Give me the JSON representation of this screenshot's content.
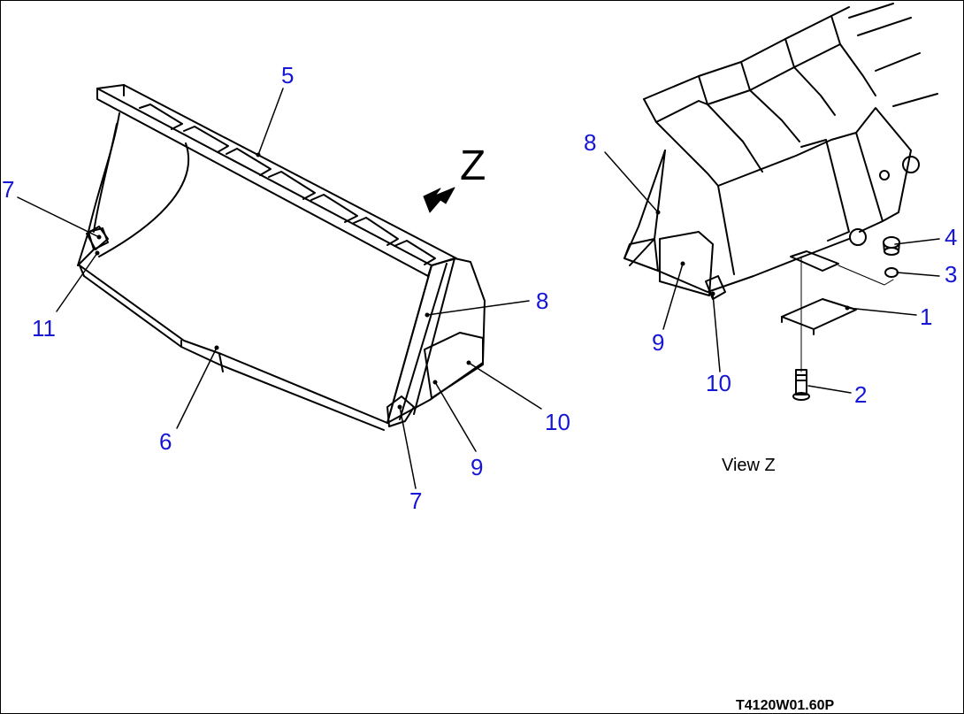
{
  "view_arrow": {
    "letter": "Z"
  },
  "view_caption": "View Z",
  "drawing_code": "T4120W01.60P",
  "left_callouts": [
    "5",
    "7",
    "11",
    "6",
    "8",
    "10",
    "9",
    "7"
  ],
  "right_callouts": [
    "8",
    "9",
    "10",
    "4",
    "3",
    "1",
    "2"
  ]
}
